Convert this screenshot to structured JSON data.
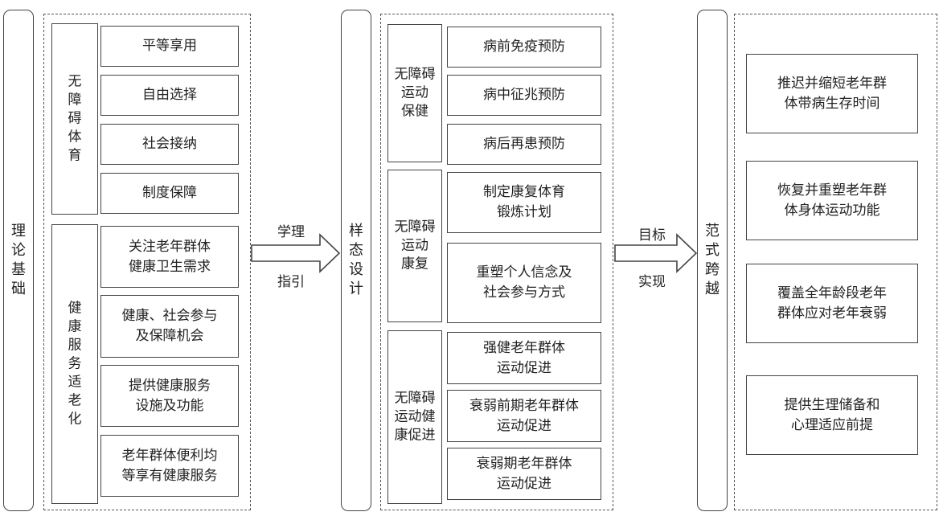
{
  "pillars": {
    "theory": "理论基础",
    "design": "样态设计",
    "paradigm": "范式跨越"
  },
  "arrows": {
    "left_top": "学理",
    "left_bottom": "指引",
    "right_top": "目标",
    "right_bottom": "实现"
  },
  "left": {
    "group1": {
      "label": "无\n障\n碍\n体\n育",
      "items": [
        "平等享用",
        "自由选择",
        "社会接纳",
        "制度保障"
      ]
    },
    "group2": {
      "label": "健\n康\n服\n务\n适\n老\n化",
      "items": [
        "关注老年群体\n健康卫生需求",
        "健康、社会参与\n及保障机会",
        "提供健康服务\n设施及功能",
        "老年群体便利均\n等享有健康服务"
      ]
    }
  },
  "middle": {
    "group1": {
      "label": "无障碍\n运动\n保健",
      "items": [
        "病前免疫预防",
        "病中征兆预防",
        "病后再患预防"
      ]
    },
    "group2": {
      "label": "无障碍\n运动\n康复",
      "items": [
        "制定康复体育\n锻炼计划",
        "重塑个人信念及\n社会参与方式"
      ]
    },
    "group3": {
      "label": "无障碍\n运动健\n康促进",
      "items": [
        "强健老年群体\n运动促进",
        "衰弱前期老年群体\n运动促进",
        "衰弱期老年群体\n运动促进"
      ]
    }
  },
  "right": {
    "items": [
      "推迟并缩短老年群\n体带病生存时间",
      "恢复并重塑老年群\n体身体运动功能",
      "覆盖全年龄段老年\n群体应对老年衰弱",
      "提供生理储备和\n心理适应前提"
    ]
  }
}
